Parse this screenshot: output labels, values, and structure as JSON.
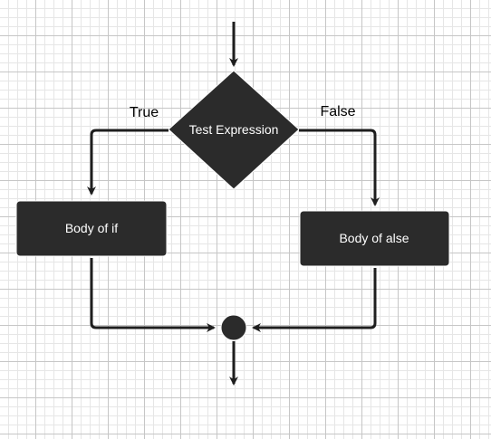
{
  "diagram": {
    "decision_label": "Test Expression",
    "true_label": "True",
    "false_label": "False",
    "if_body_label": "Body of if",
    "else_body_label": "Body of alse",
    "colors": {
      "node_fill": "#2b2b2b",
      "node_text": "#ffffff",
      "edge": "#1e1e1e",
      "grid_major": "#c6c6c6",
      "grid_minor": "#e6e6e6",
      "background": "#ffffff"
    }
  }
}
